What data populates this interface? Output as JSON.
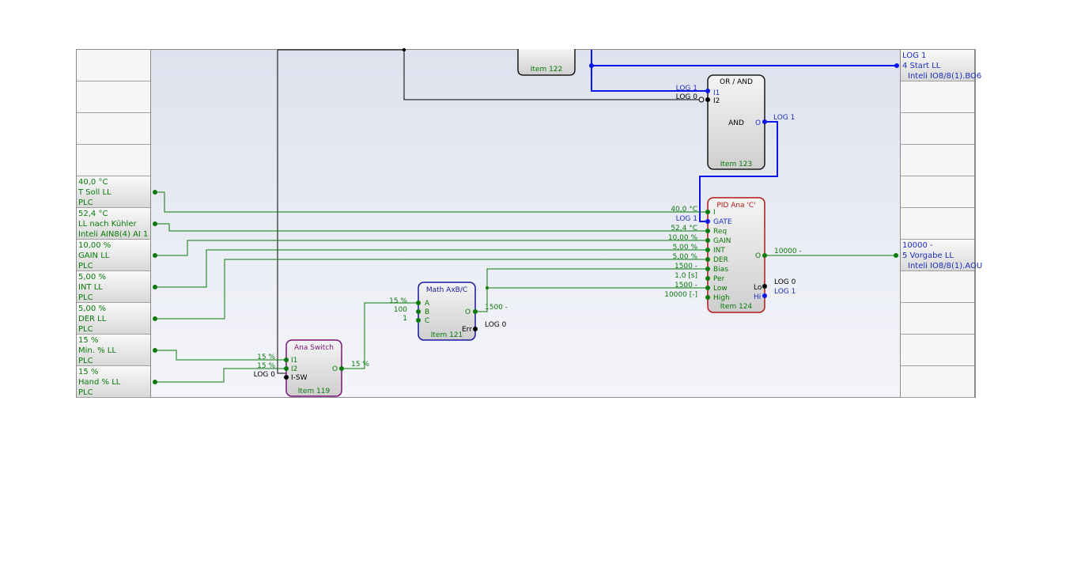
{
  "left_slots": [
    {
      "l1": "",
      "l2": "",
      "l3": ""
    },
    {
      "l1": "",
      "l2": "",
      "l3": ""
    },
    {
      "l1": "",
      "l2": "",
      "l3": ""
    },
    {
      "l1": "",
      "l2": "",
      "l3": ""
    },
    {
      "l1": "40,0 °C",
      "l2": "T Soll LL",
      "l3": "PLC"
    },
    {
      "l1": "52,4 °C",
      "l2": "LL nach Kühler",
      "l3": "Inteli AIN8(4) AI 1"
    },
    {
      "l1": "10,00 %",
      "l2": "GAIN LL",
      "l3": "PLC"
    },
    {
      "l1": "5,00 %",
      "l2": "INT LL",
      "l3": "PLC"
    },
    {
      "l1": "5,00 %",
      "l2": "DER LL",
      "l3": "PLC"
    },
    {
      "l1": "15 %",
      "l2": "Min. % LL",
      "l3": "PLC"
    },
    {
      "l1": "15 %",
      "l2": "Hand % LL",
      "l3": "PLC"
    }
  ],
  "right_slots": [
    {
      "l1": "LOG 1",
      "l2": "4 Start LL",
      "l3": "Inteli IO8/8(1).BO6"
    },
    {
      "l1": "",
      "l2": "",
      "l3": ""
    },
    {
      "l1": "",
      "l2": "",
      "l3": ""
    },
    {
      "l1": "",
      "l2": "",
      "l3": ""
    },
    {
      "l1": "",
      "l2": "",
      "l3": ""
    },
    {
      "l1": "",
      "l2": "",
      "l3": ""
    },
    {
      "l1": "10000 -",
      "l2": "5 Vorgabe LL",
      "l3": "Inteli IO8/8(1).AOU"
    },
    {
      "l1": "",
      "l2": "",
      "l3": ""
    },
    {
      "l1": "",
      "l2": "",
      "l3": ""
    },
    {
      "l1": "",
      "l2": "",
      "l3": ""
    },
    {
      "l1": "",
      "l2": "",
      "l3": ""
    }
  ],
  "blocks": {
    "item122": {
      "item": "Item 122"
    },
    "or_and": {
      "title": "OR / AND",
      "mode": "AND",
      "in1": "I1",
      "in2": "I2",
      "out": "O",
      "item": "Item 123",
      "v_in1": "LOG 1",
      "v_in2": "LOG 0",
      "v_out": "LOG 1"
    },
    "pid": {
      "title": "PID Ana 'C'",
      "item": "Item 124",
      "out": "O",
      "lo": "Lo",
      "hi": "Hi",
      "ports": [
        "I",
        "GATE",
        "Req",
        "GAIN",
        "INT",
        "DER",
        "Bias",
        "Per",
        "Low",
        "High"
      ],
      "values": [
        "40,0 °C",
        "LOG 1",
        "52,4 °C",
        "10,00 %",
        "5,00 %",
        "5,00 %",
        "1500 -",
        "1,0 [s]",
        "1500 -",
        "10000 [-]"
      ],
      "v_out": "10000 -",
      "v_lo": "LOG 0",
      "v_hi": "LOG 1"
    },
    "math": {
      "title": "Math AxB/C",
      "item": "Item 121",
      "ports": [
        "A",
        "B",
        "C"
      ],
      "values": [
        "15 %",
        "100",
        "1"
      ],
      "out": "O",
      "err": "Err",
      "v_out": "1500 -",
      "v_err": "LOG 0"
    },
    "ana_switch": {
      "title": "Ana Switch",
      "item": "Item 119",
      "ports": [
        "I1",
        "I2",
        "I-SW"
      ],
      "values": [
        "15 %",
        "15 %",
        "LOG 0"
      ],
      "out": "O",
      "v_out": "15 %"
    }
  },
  "colors": {
    "green": "#0a7a0a",
    "blue": "#1d2fbd",
    "wire_blue": "#0a17e8",
    "wire_green": "#0a7a0a",
    "pid_border": "#b01818",
    "math_border": "#1818a0",
    "switch_border": "#7a147a"
  }
}
